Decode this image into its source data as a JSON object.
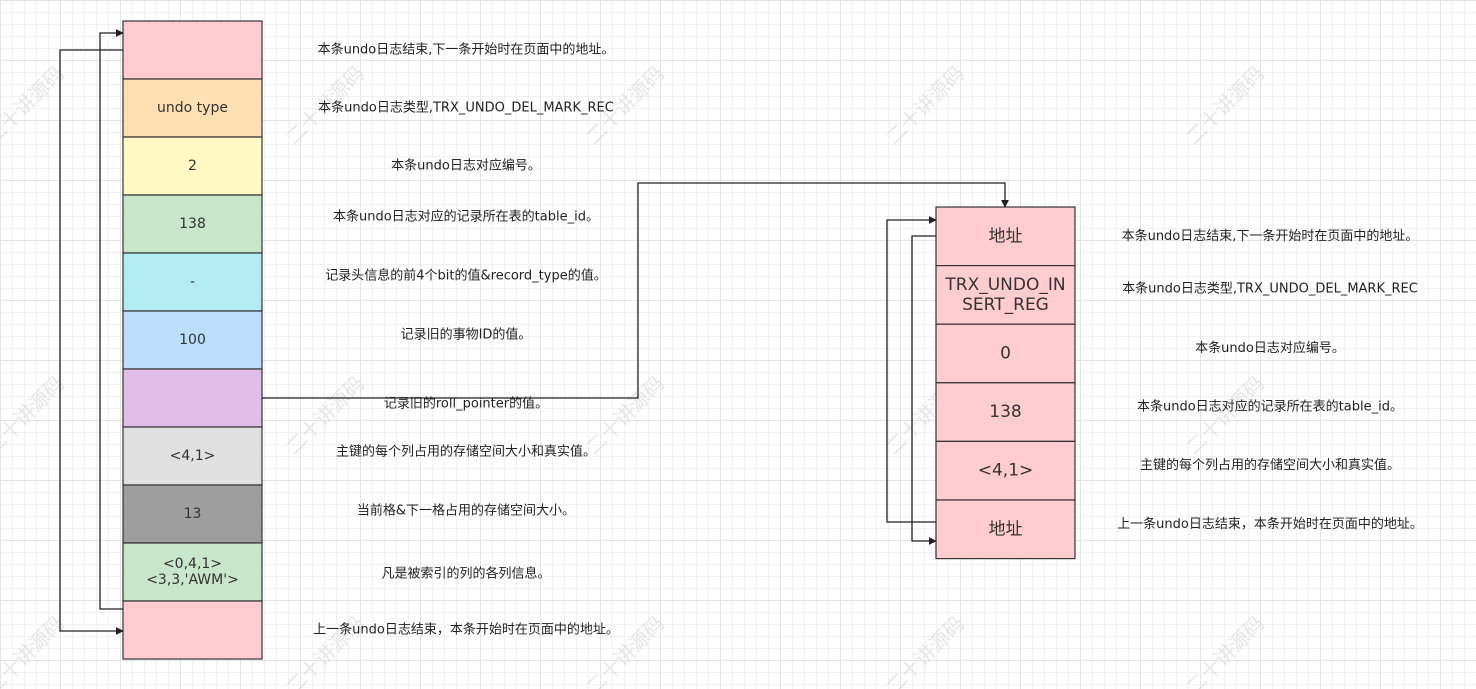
{
  "left_record": {
    "cells": [
      {
        "lines": [
          ""
        ],
        "fill": "#ffccd0"
      },
      {
        "lines": [
          "undo type"
        ],
        "fill": "#ffe0b3"
      },
      {
        "lines": [
          "2"
        ],
        "fill": "#fff9c4"
      },
      {
        "lines": [
          "138"
        ],
        "fill": "#c8e6c9"
      },
      {
        "lines": [
          "-"
        ],
        "fill": "#b2ebf2"
      },
      {
        "lines": [
          "100"
        ],
        "fill": "#bbdefb"
      },
      {
        "lines": [
          ""
        ],
        "fill": "#e1bee7"
      },
      {
        "lines": [
          "<4,1>"
        ],
        "fill": "#e0e0e0"
      },
      {
        "lines": [
          "13"
        ],
        "fill": "#9e9e9e"
      },
      {
        "lines": [
          "<0,4,1>",
          "<3,3,'AWM'>"
        ],
        "fill": "#c8e6c9"
      },
      {
        "lines": [
          ""
        ],
        "fill": "#ffccd0"
      }
    ],
    "descriptions": [
      "本条undo日志结束,下一条开始时在页面中的地址。",
      "本条undo日志类型,TRX_UNDO_DEL_MARK_REC",
      "本条undo日志对应编号。",
      "本条undo日志对应的记录所在表的table_id。",
      "记录头信息的前4个bit的值&record_type的值。",
      "记录旧的事物ID的值。",
      "记录旧的roll_pointer的值。",
      "主键的每个列占用的存储空间大小和真实值。",
      "当前格&下一格占用的存储空间大小。",
      "凡是被索引的列的各列信息。",
      "上一条undo日志结束，本条开始时在页面中的地址。"
    ]
  },
  "right_record": {
    "cells": [
      {
        "lines": [
          "地址"
        ],
        "fill": "#ffccd0"
      },
      {
        "lines": [
          "TRX_UNDO_IN",
          "SERT_REG"
        ],
        "fill": "#ffccd0"
      },
      {
        "lines": [
          "0"
        ],
        "fill": "#ffccd0"
      },
      {
        "lines": [
          "138"
        ],
        "fill": "#ffccd0"
      },
      {
        "lines": [
          "<4,1>"
        ],
        "fill": "#ffccd0"
      },
      {
        "lines": [
          "地址"
        ],
        "fill": "#ffccd0"
      }
    ],
    "descriptions": [
      "本条undo日志结束,下一条开始时在页面中的地址。",
      "本条undo日志类型,TRX_UNDO_DEL_MARK_REC",
      "本条undo日志对应编号。",
      "本条undo日志对应的记录所在表的table_id。",
      "主键的每个列占用的存储空间大小和真实值。",
      "上一条undo日志结束，本条开始时在页面中的地址。"
    ]
  },
  "watermark": {
    "text": "二十讲源码"
  }
}
